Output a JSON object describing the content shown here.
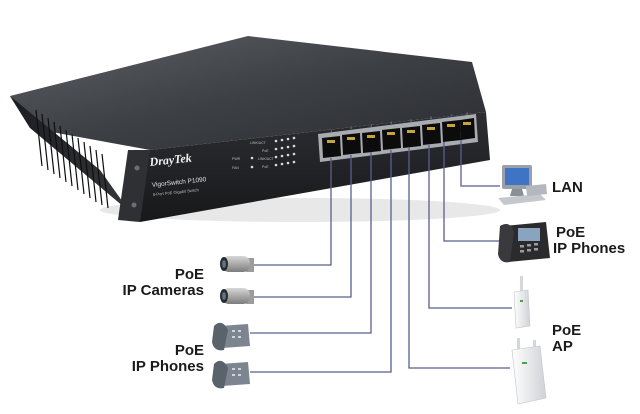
{
  "device": {
    "brand": "DrayTek",
    "model": "VigorSwitch P1090",
    "subtitle": "8-Port PoE Gigabit Switch",
    "led_labels": [
      "LINK/ACT",
      "PoE",
      "LINK/ACT",
      "PoE"
    ],
    "side_labels": [
      "PWR",
      "FAN"
    ],
    "port_numbers": [
      "1",
      "2",
      "3",
      "4",
      "5",
      "6",
      "7",
      "8"
    ]
  },
  "labels": {
    "lan": "LAN",
    "poe_ip_phones_right": [
      "PoE",
      "IP Phones"
    ],
    "poe_ap": [
      "PoE",
      "AP"
    ],
    "poe_ip_cameras": [
      "PoE",
      "IP Cameras"
    ],
    "poe_ip_phones_left": [
      "PoE",
      "IP Phones"
    ]
  },
  "colors": {
    "cable": "#5a5f8c",
    "chassis": "#2a2c30",
    "text": "#1a1a1a"
  }
}
